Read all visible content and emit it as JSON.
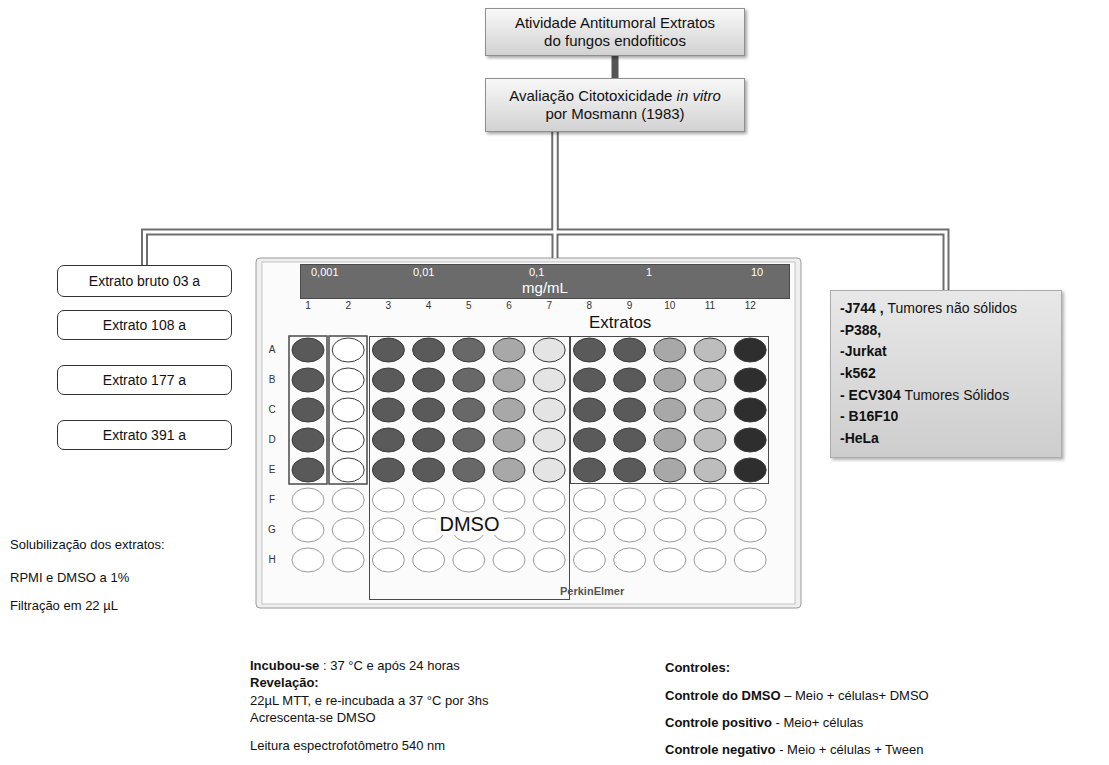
{
  "diagram": {
    "nodes": [
      {
        "text": [
          "Atividade Antitumoral Extratos do fungos endofiticos"
        ]
      },
      {
        "text": [
          "Avaliação Citotoxicidade",
          "in vitro",
          "por Mosmann (1983)"
        ]
      },
      {
        "text": [
          "Extrato bruto 03 a"
        ]
      },
      {
        "text": [
          "Extrato 108 a"
        ]
      },
      {
        "text": [
          "Extrato 177 a"
        ]
      },
      {
        "text": [
          "Extrato 391 a"
        ]
      },
      {
        "text": [
          "0,001",
          "0,01",
          "0,1",
          "1",
          "10",
          "mg/mL"
        ]
      },
      {
        "text": [
          "Extratos"
        ]
      },
      {
        "text": [
          "DMSO"
        ]
      },
      {
        "text": [
          "-J744 ,",
          "Tumores não sólidos",
          "-P388,",
          "-Jurkat",
          "-k562",
          "- ECV304",
          "Tumores Sólidos",
          "- B16F10",
          "-HeLa"
        ]
      }
    ],
    "edges": [
      {
        "from": 0,
        "to": 1,
        "arrow": "none"
      },
      {
        "from": 1,
        "to": 2,
        "arrow": "none"
      },
      {
        "from": 1,
        "to": 9,
        "arrow": "none"
      }
    ],
    "labels": [
      "Solubilização dos extratos:",
      "RPMI e DMSO a 1%",
      "Filtração em 22 µL",
      "PerkinElmer",
      "1",
      "2",
      "3",
      "4",
      "5",
      "6",
      "7",
      "8",
      "9",
      "10",
      "11",
      "12",
      "A",
      "B",
      "C",
      "D",
      "E",
      "F",
      "G",
      "H",
      "Incubou-se",
      ": 37 °C e após 24 horas",
      "Revelação:",
      "22µL MTT, e re-incubada a 37 °C por 3hs",
      "Acrescenta-se DMSO",
      "Leitura espectrofotômetro 540 nm",
      "Controles:",
      "Controle do DMSO",
      "– Meio + células+ DMSO",
      "Controle positivo",
      "- Meio+ células",
      "Controle negativo",
      "- Meio + células + Tween"
    ]
  }
}
